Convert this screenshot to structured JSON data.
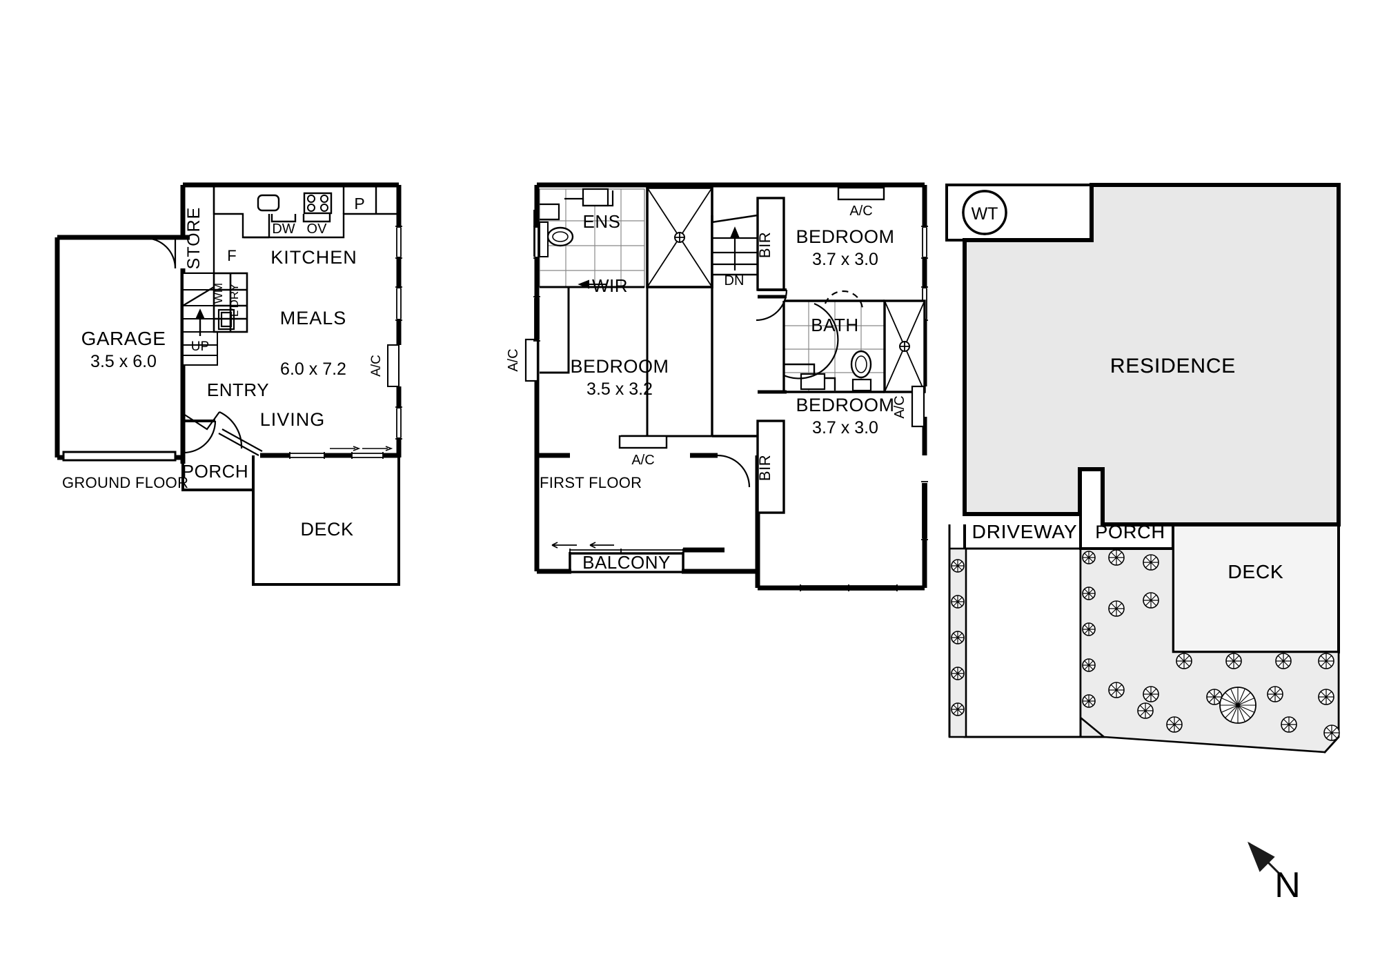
{
  "document": {
    "type": "real-estate-floorplan",
    "colors": {
      "wall": "#000000",
      "background": "#ffffff",
      "residence_fill": "#e8e8e8",
      "garden_fill": "#ececec",
      "thin_line": "#1a1a1a"
    }
  },
  "plans": {
    "ground_floor": {
      "caption": "GROUND FLOOR",
      "rooms": [
        {
          "name": "GARAGE",
          "dims": "3.5 x 6.0"
        },
        {
          "name": "STORE",
          "dims": ""
        },
        {
          "name": "KITCHEN",
          "dims": ""
        },
        {
          "name": "MEALS",
          "dims": "6.0 x 7.2"
        },
        {
          "name": "LIVING",
          "dims": ""
        },
        {
          "name": "ENTRY",
          "dims": ""
        },
        {
          "name": "PORCH",
          "dims": ""
        },
        {
          "name": "DECK",
          "dims": ""
        }
      ],
      "fixtures": [
        {
          "code": "DW",
          "meaning": "dishwasher"
        },
        {
          "code": "OV",
          "meaning": "oven"
        },
        {
          "code": "P",
          "meaning": "pantry"
        },
        {
          "code": "F",
          "meaning": "fridge"
        },
        {
          "code": "WM",
          "meaning": "washing-machine"
        },
        {
          "code": "L'DRY",
          "meaning": "laundry"
        },
        {
          "code": "A/C",
          "meaning": "air-conditioner"
        },
        {
          "code": "UP",
          "meaning": "stairs-up"
        }
      ]
    },
    "first_floor": {
      "caption": "FIRST FLOOR",
      "rooms": [
        {
          "name": "ENS",
          "dims": ""
        },
        {
          "name": "WIR",
          "dims": ""
        },
        {
          "name": "BEDROOM",
          "dims": "3.5 x 3.2"
        },
        {
          "name": "BEDROOM",
          "dims": "3.7 x 3.0"
        },
        {
          "name": "BEDROOM",
          "dims": "3.7 x 3.0"
        },
        {
          "name": "BATH",
          "dims": ""
        },
        {
          "name": "BALCONY",
          "dims": ""
        }
      ],
      "fixtures": [
        {
          "code": "A/C",
          "meaning": "air-conditioner"
        },
        {
          "code": "BIR",
          "meaning": "built-in-robe"
        },
        {
          "code": "DN",
          "meaning": "stairs-down"
        }
      ]
    },
    "site_plan": {
      "caption": "",
      "rooms": [
        {
          "name": "RESIDENCE",
          "dims": ""
        },
        {
          "name": "DRIVEWAY",
          "dims": ""
        },
        {
          "name": "PORCH",
          "dims": ""
        },
        {
          "name": "DECK",
          "dims": ""
        }
      ],
      "fixtures": [
        {
          "code": "WT",
          "meaning": "water-tank"
        }
      ]
    }
  },
  "labels": {
    "ground_floor_caption": "GROUND FLOOR",
    "first_floor_caption": "FIRST FLOOR",
    "garage": "GARAGE",
    "garage_dims": "3.5 x 6.0",
    "store": "STORE",
    "kitchen": "KITCHEN",
    "meals": "MEALS",
    "meals_dims": "6.0 x 7.2",
    "living": "LIVING",
    "entry": "ENTRY",
    "porch": "PORCH",
    "deck": "DECK",
    "dw": "DW",
    "ov": "OV",
    "pantry": "P",
    "fridge": "F",
    "wm": "WM",
    "ldry": "L'DRY",
    "up": "UP",
    "ac": "A/C",
    "ens": "ENS",
    "wir": "WIR",
    "bedroom": "BEDROOM",
    "bedroom1_dims": "3.5 x 3.2",
    "bedroom2_dims": "3.7 x 3.0",
    "bedroom3_dims": "3.7 x 3.0",
    "bath": "BATH",
    "balcony": "BALCONY",
    "bir": "BIR",
    "dn": "DN",
    "wt": "WT",
    "residence": "RESIDENCE",
    "driveway": "DRIVEWAY",
    "site_porch": "PORCH",
    "site_deck": "DECK",
    "north": "N"
  }
}
